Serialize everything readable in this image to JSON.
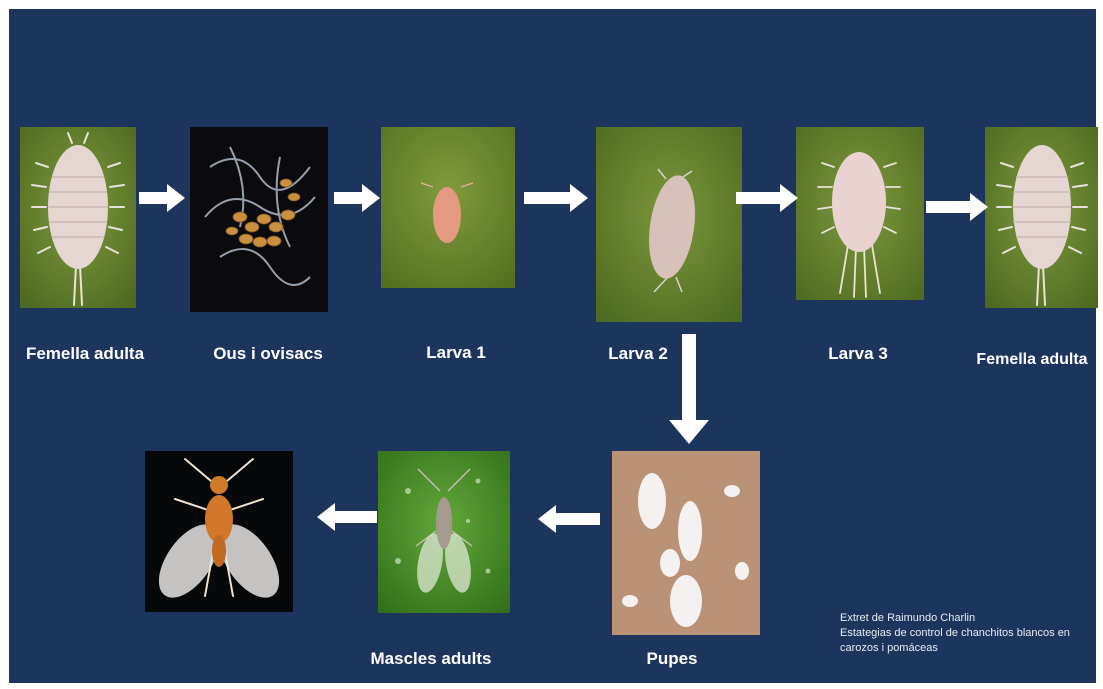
{
  "stages": {
    "female_adult_1": "Femella adulta",
    "eggs": "Ous i ovisacs",
    "larva1": "Larva 1",
    "larva2": "Larva 2",
    "larva3": "Larva 3",
    "female_adult_2": "Femella adulta",
    "pupae": "Pupes",
    "males": "Mascles adults"
  },
  "credit": {
    "line1": "Extret de Raimundo Charlin",
    "line2": "Estategias de control de chanchitos blancos en",
    "line3": "carozos i pomáceas"
  },
  "colors": {
    "background": "#1b355c",
    "leaf": "#6f8a2e",
    "arrow": "#ffffff"
  }
}
